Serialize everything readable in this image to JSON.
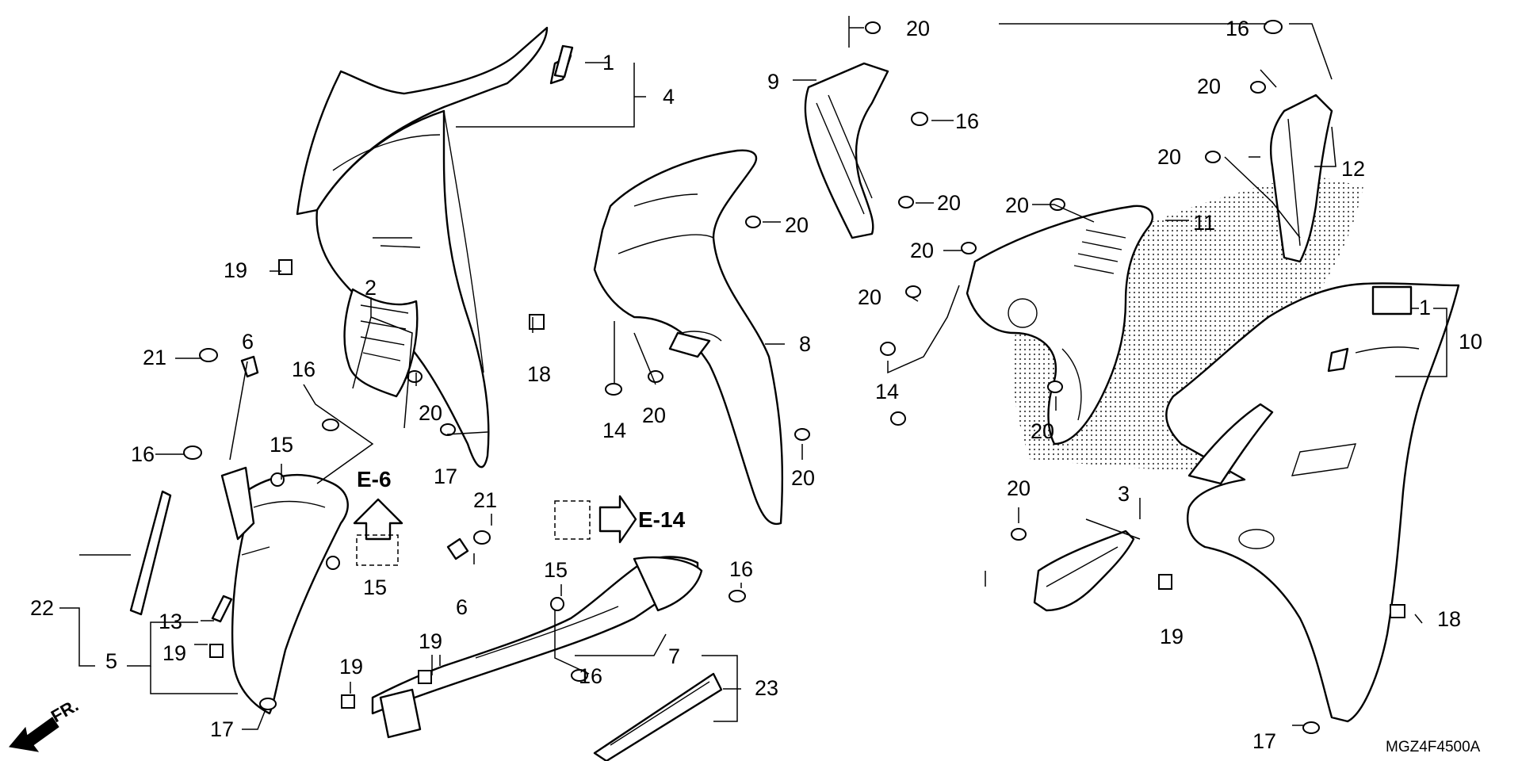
{
  "diagram": {
    "code": "MGZ4F4500A",
    "direction_label": "FR.",
    "ref_labels": [
      "E-6",
      "E-14"
    ],
    "callouts": [
      {
        "id": "c1a",
        "text": "1"
      },
      {
        "id": "c4",
        "text": "4"
      },
      {
        "id": "c2",
        "text": "2"
      },
      {
        "id": "c19a",
        "text": "19"
      },
      {
        "id": "c21a",
        "text": "21"
      },
      {
        "id": "c6a",
        "text": "6"
      },
      {
        "id": "c16a",
        "text": "16"
      },
      {
        "id": "c16b",
        "text": "16"
      },
      {
        "id": "c15a",
        "text": "15"
      },
      {
        "id": "c20a",
        "text": "20"
      },
      {
        "id": "c17a",
        "text": "17"
      },
      {
        "id": "c18a",
        "text": "18"
      },
      {
        "id": "c14a",
        "text": "14"
      },
      {
        "id": "c20b",
        "text": "20"
      },
      {
        "id": "c20c",
        "text": "20"
      },
      {
        "id": "c8",
        "text": "8"
      },
      {
        "id": "c20d",
        "text": "20"
      },
      {
        "id": "c9",
        "text": "9"
      },
      {
        "id": "c20e",
        "text": "20"
      },
      {
        "id": "c16c",
        "text": "16"
      },
      {
        "id": "c20f",
        "text": "20"
      },
      {
        "id": "c16d",
        "text": "16"
      },
      {
        "id": "c20g",
        "text": "20"
      },
      {
        "id": "c20h",
        "text": "20"
      },
      {
        "id": "c12",
        "text": "12"
      },
      {
        "id": "c20i",
        "text": "20"
      },
      {
        "id": "c20j",
        "text": "20"
      },
      {
        "id": "c11",
        "text": "11"
      },
      {
        "id": "c20k",
        "text": "20"
      },
      {
        "id": "c14b",
        "text": "14"
      },
      {
        "id": "c1b",
        "text": "1"
      },
      {
        "id": "c10",
        "text": "10"
      },
      {
        "id": "c20l",
        "text": "20"
      },
      {
        "id": "c20m",
        "text": "20"
      },
      {
        "id": "c3",
        "text": "3"
      },
      {
        "id": "c19b",
        "text": "19"
      },
      {
        "id": "c18b",
        "text": "18"
      },
      {
        "id": "c17b",
        "text": "17"
      },
      {
        "id": "c21b",
        "text": "21"
      },
      {
        "id": "c6b",
        "text": "6"
      },
      {
        "id": "c15b",
        "text": "15"
      },
      {
        "id": "c15c",
        "text": "15"
      },
      {
        "id": "c16e",
        "text": "16"
      },
      {
        "id": "c19c",
        "text": "19"
      },
      {
        "id": "c19d",
        "text": "19"
      },
      {
        "id": "c19e",
        "text": "19"
      },
      {
        "id": "c13",
        "text": "13"
      },
      {
        "id": "c22",
        "text": "22"
      },
      {
        "id": "c5",
        "text": "5"
      },
      {
        "id": "c17c",
        "text": "17"
      },
      {
        "id": "c16f",
        "text": "16"
      },
      {
        "id": "c7",
        "text": "7"
      },
      {
        "id": "c23",
        "text": "23"
      }
    ]
  }
}
